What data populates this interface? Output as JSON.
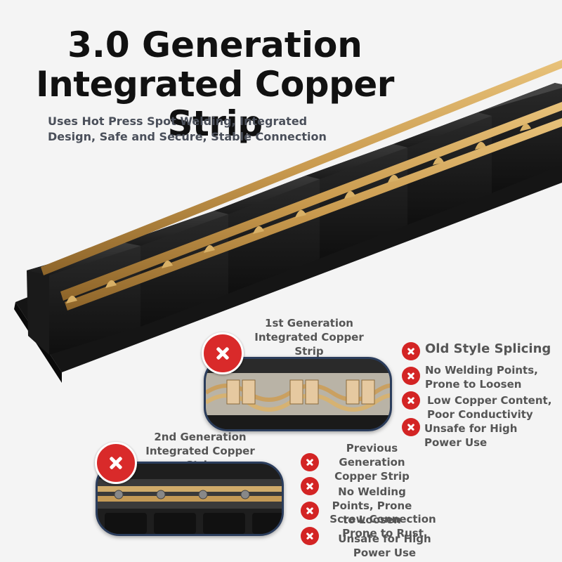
{
  "header": {
    "title_line1": "3.0 Generation",
    "title_line2": "Integrated Copper Strip",
    "subtitle": "Uses Hot Press Spot Welding, Integrated Design, Safe and Secure, Stable Connection"
  },
  "gen1": {
    "label": "1st Generation Integrated Copper Strip",
    "features": [
      "Old Style Splicing",
      "No Welding Points, Prone to Loosen",
      "Low Copper Content, Poor Conductivity",
      "Unsafe for High Power Use"
    ]
  },
  "gen2": {
    "label": "2nd Generation Integrated Copper Strip",
    "features": [
      "Previous Generation Copper Strip",
      "No Welding Points, Prone to Loosen",
      "Screw Connection Prone to Rust",
      "Unsafe for High Power Use"
    ]
  },
  "icons": {
    "bad_mark": "x-icon"
  },
  "colors": {
    "copper": "#c9a25a",
    "cross_red": "#d92a2a",
    "frame_blue": "#2b3d5c"
  }
}
